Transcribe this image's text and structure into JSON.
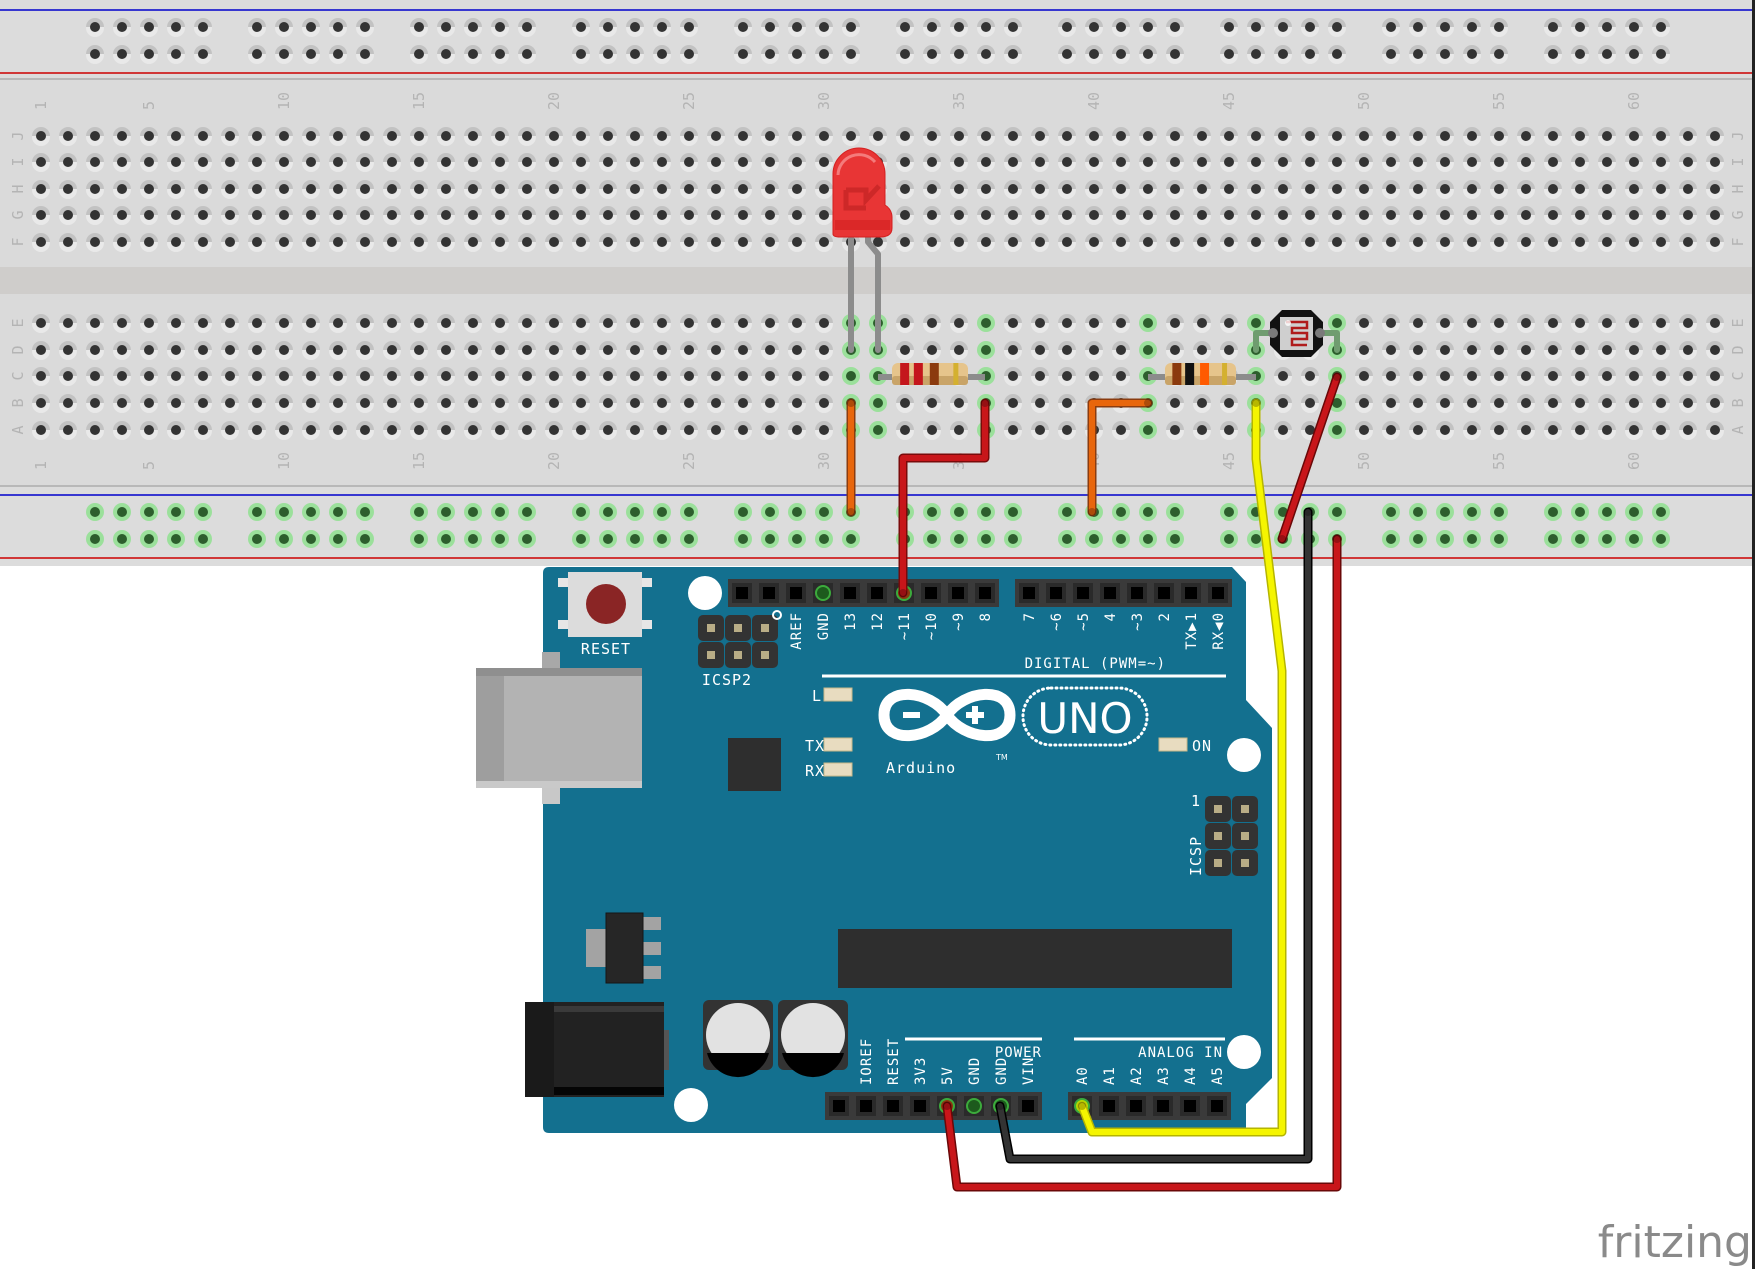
{
  "app": "Fritzing",
  "watermark": "fritzing",
  "breadboard": {
    "columns": 63,
    "row_labels_top": [
      "J",
      "I",
      "H",
      "G",
      "F"
    ],
    "row_labels_bottom": [
      "E",
      "D",
      "C",
      "B",
      "A"
    ],
    "column_number_labels": [
      "1",
      "5",
      "10",
      "15",
      "20",
      "25",
      "30",
      "35",
      "40",
      "45",
      "50",
      "55",
      "60"
    ],
    "rail_groups": [
      [
        3,
        7
      ],
      [
        9,
        13
      ],
      [
        15,
        19
      ],
      [
        21,
        25
      ],
      [
        27,
        31
      ],
      [
        33,
        37
      ],
      [
        39,
        43
      ],
      [
        45,
        49
      ],
      [
        51,
        55
      ],
      [
        57,
        61
      ]
    ],
    "connected_columns": [
      31,
      32,
      36,
      42,
      46,
      49
    ],
    "bottom_rail_connected": true,
    "colors": {
      "body": "#dadada",
      "gap": "#cfcdcb",
      "hole": "#333333",
      "hole_connected": "#2d5e2d",
      "hole_ring_connected": "#9be09b",
      "rail_line_blue": "#0000cc",
      "rail_line_red": "#cc0000",
      "label": "#b4b4b4"
    }
  },
  "components": {
    "led": {
      "name": "Red LED",
      "color": "#e83535",
      "anode_col": 32,
      "cathode_col": 31,
      "row": "D"
    },
    "resistor_1": {
      "name": "220Ω resistor",
      "bands": [
        "#c4161c",
        "#c4161c",
        "#8b3a0e",
        "#d4b030"
      ],
      "from_col": 32,
      "to_col": 36,
      "row": "C"
    },
    "resistor_2": {
      "name": "10kΩ resistor",
      "bands": [
        "#8b3a0e",
        "#111111",
        "#ff5a00",
        "#d4b030"
      ],
      "from_col": 42,
      "to_col": 46,
      "row": "C"
    },
    "photoresistor": {
      "name": "Photocell (LDR)",
      "from_col": 46,
      "to_col": 49,
      "row": "D"
    }
  },
  "wires": [
    {
      "name": "led-cathode-to-ground-rail",
      "color": "#e8660c",
      "from": "col 31 row B",
      "to": "bottom rail 1 col 31"
    },
    {
      "name": "pin11-to-resistor",
      "color": "#c8161a",
      "from": "col 36 row B",
      "to": "Arduino D11"
    },
    {
      "name": "ldr-resistor-to-ground-rail",
      "color": "#e8660c",
      "from": "col 42 row B",
      "to": "bottom rail 1 col 40"
    },
    {
      "name": "ldr-to-a0",
      "color": "#f2f200",
      "from": "col 46 row B",
      "to": "Arduino A0"
    },
    {
      "name": "ldr-to-5v-rail",
      "color": "#c8161a",
      "from": "col 49 row C",
      "to": "bottom rail 2 col 47"
    },
    {
      "name": "gnd-to-rail",
      "color": "#222222",
      "from": "Arduino GND",
      "to": "bottom rail 1 col 48"
    },
    {
      "name": "5v-to-rail",
      "color": "#c8161a",
      "from": "Arduino 5V",
      "to": "bottom rail 2 col 49"
    }
  ],
  "arduino": {
    "model": "UNO",
    "brand": "Arduino",
    "trademark": "TM",
    "board_color": "#13708f",
    "reset_label": "RESET",
    "icsp2_label": "ICSP2",
    "icsp_label": "ICSP",
    "icsp_pin1": "1",
    "digital_label": "DIGITAL (PWM=~)",
    "power_label": "POWER",
    "analog_label": "ANALOG IN",
    "led_labels": {
      "l": "L",
      "tx": "TX",
      "rx": "RX",
      "on": "ON"
    },
    "digital_pins_left": [
      "",
      "",
      "AREF",
      "GND",
      "13",
      "12",
      "~11",
      "~10",
      "~9",
      "8"
    ],
    "digital_pins_right": [
      "7",
      "~6",
      "~5",
      "4",
      "~3",
      "2",
      "TX▶1",
      "RX◀0"
    ],
    "power_pins": [
      "",
      "IOREF",
      "RESET",
      "3V3",
      "5V",
      "GND",
      "GND",
      "VIN"
    ],
    "analog_pins": [
      "A0",
      "A1",
      "A2",
      "A3",
      "A4",
      "A5"
    ],
    "used_pins": [
      "~11",
      "GND",
      "5V",
      "A0"
    ]
  }
}
